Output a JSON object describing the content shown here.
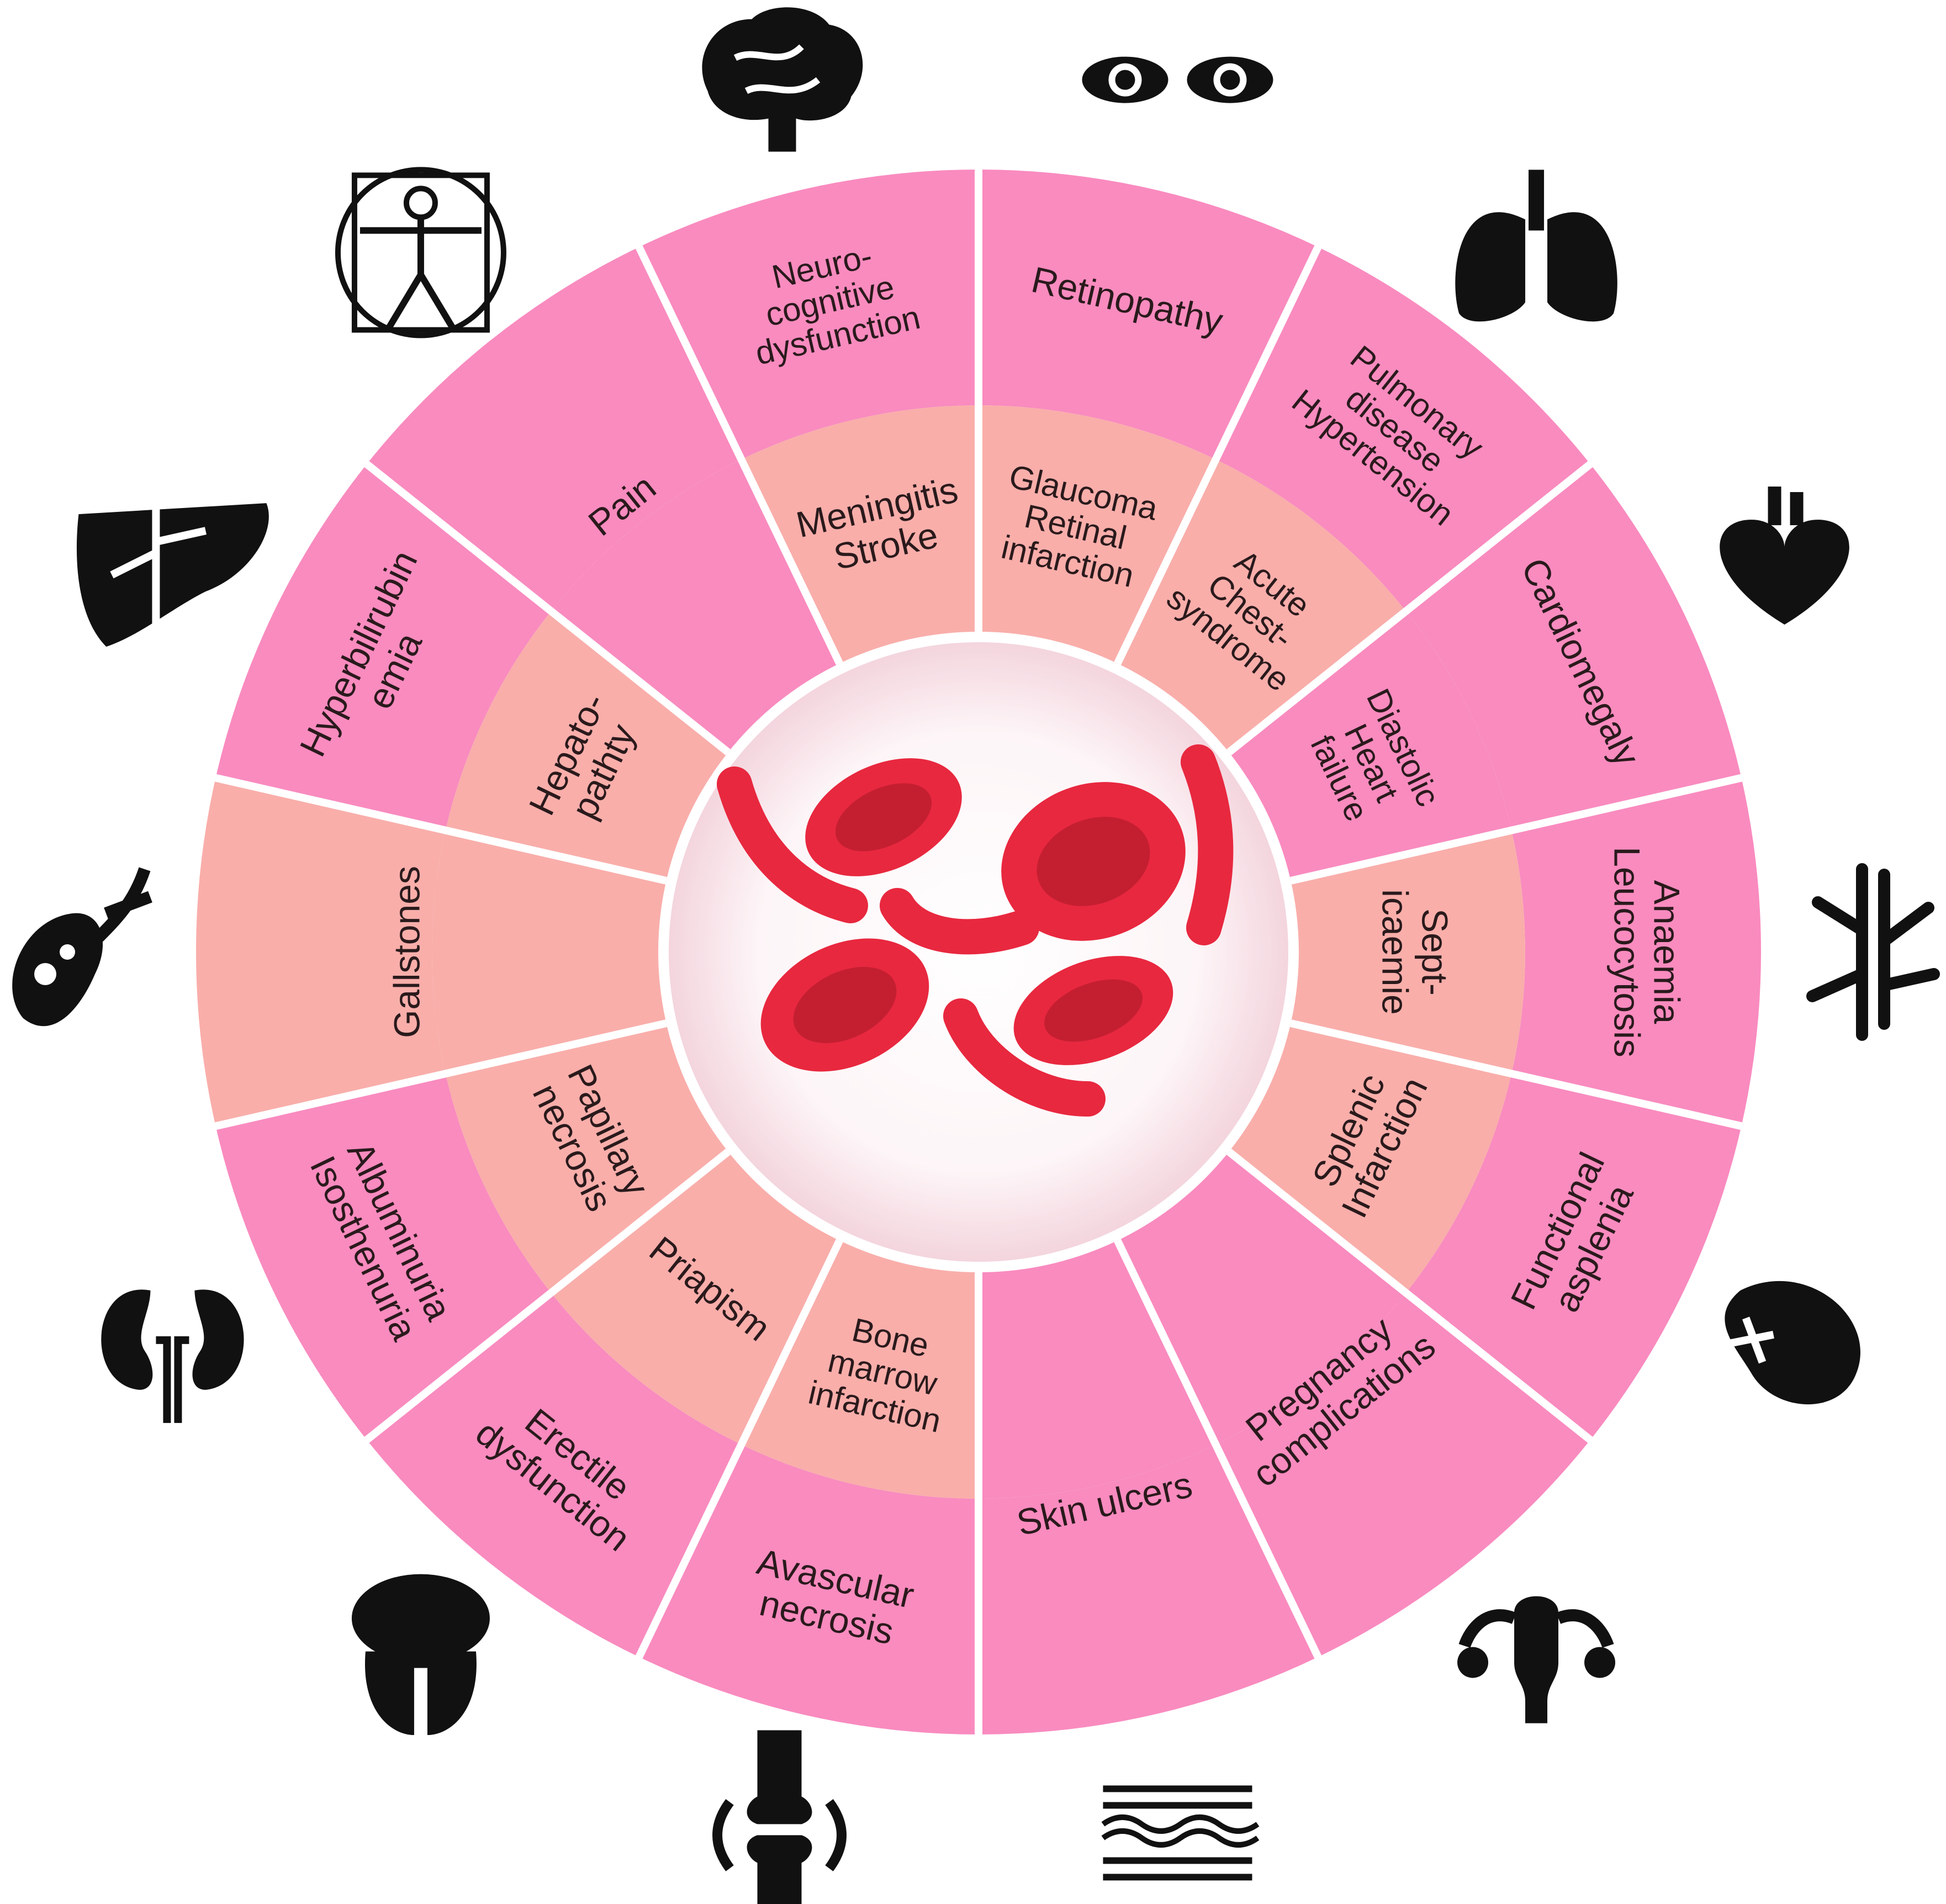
{
  "colors": {
    "outer_ring": "#f98bbf",
    "inner_ring": "#f9aeaa",
    "separator": "#ffffff",
    "center_glow": "#f6dde3",
    "cell": "#e8283f",
    "cell_dark": "#b81c2e",
    "icon": "#111111"
  },
  "segments": [
    {
      "id": "retinopathy",
      "outer": [
        "Retinopathy"
      ],
      "inner": [
        "Glaucoma",
        "Retinal",
        "infarction"
      ],
      "outer_shade": "outer",
      "inner_shade": "inner",
      "icon": "eyes-icon"
    },
    {
      "id": "pulmonary",
      "outer": [
        "Pulmonary",
        "disease",
        "Hypertension"
      ],
      "inner": [
        "Acute",
        "Chest-",
        "syndrome"
      ],
      "outer_shade": "outer",
      "inner_shade": "inner",
      "icon": "lungs-icon"
    },
    {
      "id": "cardiac",
      "outer": [
        "Cardiomegaly"
      ],
      "inner": [
        "Diastolic",
        "Heart",
        "failure"
      ],
      "outer_shade": "outer",
      "inner_shade": "outer",
      "icon": "heart-icon"
    },
    {
      "id": "blood",
      "outer": [
        "Anaemia",
        "Leucocytosis"
      ],
      "inner": [
        "Sept-",
        "icaemie"
      ],
      "outer_shade": "outer",
      "inner_shade": "inner",
      "icon": "blood-vessels-icon"
    },
    {
      "id": "spleen",
      "outer": [
        "Functional",
        "asplenia"
      ],
      "inner": [
        "Splenic",
        "Infarction"
      ],
      "outer_shade": "outer",
      "inner_shade": "inner",
      "icon": "spleen-icon"
    },
    {
      "id": "pregnancy",
      "outer": [
        "Pregnancy",
        "complications"
      ],
      "inner": [],
      "outer_shade": "outer",
      "inner_shade": "outer",
      "icon": "uterus-icon"
    },
    {
      "id": "skin",
      "outer": [
        "Skin ulcers"
      ],
      "inner": [],
      "outer_shade": "outer",
      "inner_shade": "outer",
      "icon": "skin-layers-icon"
    },
    {
      "id": "bone",
      "outer": [
        "Avascular",
        "necrosis"
      ],
      "inner": [
        "Bone",
        "marrow",
        "infarction"
      ],
      "outer_shade": "outer",
      "inner_shade": "inner",
      "icon": "knee-joint-icon"
    },
    {
      "id": "priapism",
      "outer": [
        "Erectile",
        "dysfunction"
      ],
      "inner": [
        "Priapism"
      ],
      "outer_shade": "outer",
      "inner_shade": "inner",
      "icon": "prostate-icon"
    },
    {
      "id": "renal",
      "outer": [
        "Albuminuria",
        "Isosthenuria"
      ],
      "inner": [
        "Papillary",
        "necrosis"
      ],
      "outer_shade": "outer",
      "inner_shade": "inner",
      "icon": "kidneys-icon"
    },
    {
      "id": "gallbladder",
      "outer": [
        "Gallstones"
      ],
      "inner": [],
      "outer_shade": "inner",
      "inner_shade": "inner",
      "icon": "gallbladder-icon"
    },
    {
      "id": "liver",
      "outer": [
        "Hyperbilirubin",
        "emia"
      ],
      "inner": [
        "Hepato-",
        "pathty"
      ],
      "outer_shade": "outer",
      "inner_shade": "inner",
      "icon": "liver-icon"
    },
    {
      "id": "pain",
      "outer": [
        "Pain"
      ],
      "inner": [],
      "outer_shade": "outer",
      "inner_shade": "outer",
      "icon": "vitruvian-man-icon"
    },
    {
      "id": "neuro",
      "outer": [
        "Neuro-",
        "cognitive",
        "dysfunction"
      ],
      "inner": [
        "Meningitis",
        "Stroke"
      ],
      "outer_shade": "outer",
      "inner_shade": "inner",
      "icon": "brain-icon"
    }
  ]
}
